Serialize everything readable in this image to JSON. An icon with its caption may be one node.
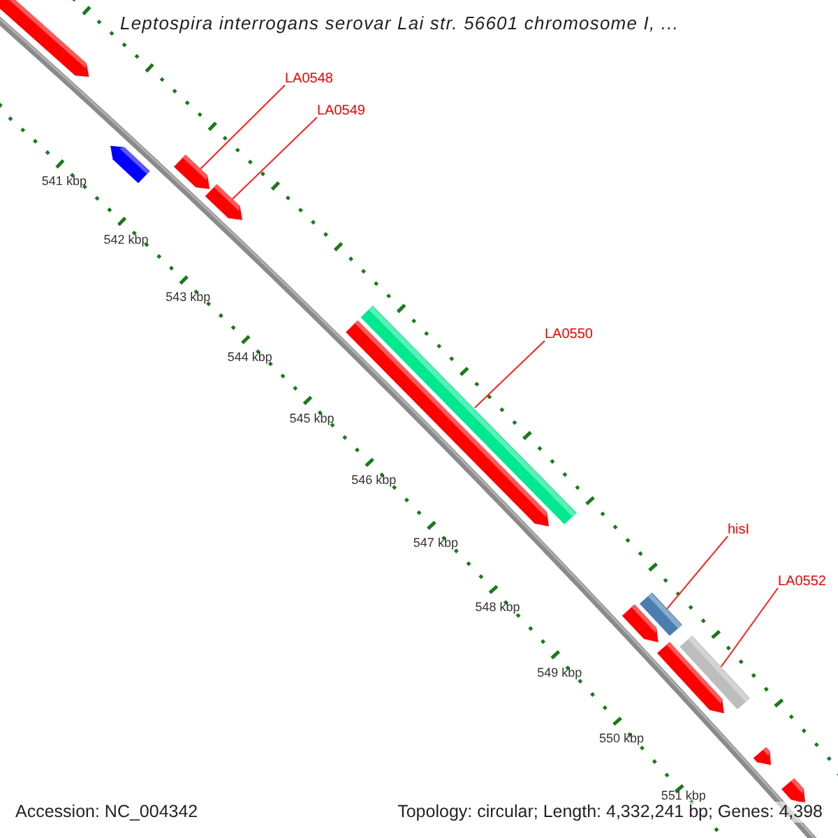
{
  "diagram": {
    "title": "Leptospira interrogans serovar Lai str. 56601 chromosome I, ...",
    "nodes": [
      {
        "text": [
          "LA0548"
        ]
      },
      {
        "text": [],
        "shape": "arrow"
      },
      {
        "text": [
          "LA0549"
        ]
      },
      {
        "text": [],
        "shape": "arrow"
      },
      {
        "text": [
          "LA0550"
        ]
      },
      {
        "text": [],
        "shape": "bar"
      },
      {
        "text": [
          "hisI"
        ]
      },
      {
        "text": [],
        "shape": "bar"
      },
      {
        "text": [
          "LA0552"
        ]
      },
      {
        "text": [],
        "shape": "bar"
      }
    ],
    "edges": [
      {
        "from": 0,
        "to": 1,
        "arrow": "none"
      },
      {
        "from": 2,
        "to": 3,
        "arrow": "none"
      },
      {
        "from": 4,
        "to": 5,
        "arrow": "none"
      },
      {
        "from": 6,
        "to": 7,
        "arrow": "none"
      },
      {
        "from": 8,
        "to": 9,
        "arrow": "none"
      }
    ],
    "labels": [
      "541 kbp",
      "542 kbp",
      "543 kbp",
      "544 kbp",
      "545 kbp",
      "546 kbp",
      "547 kbp",
      "548 kbp",
      "549 kbp",
      "550 kbp",
      "551 kbp",
      "Accession: NC_004342",
      "Topology: circular; Length: 4,332,241 bp; Genes: 4,398"
    ]
  }
}
